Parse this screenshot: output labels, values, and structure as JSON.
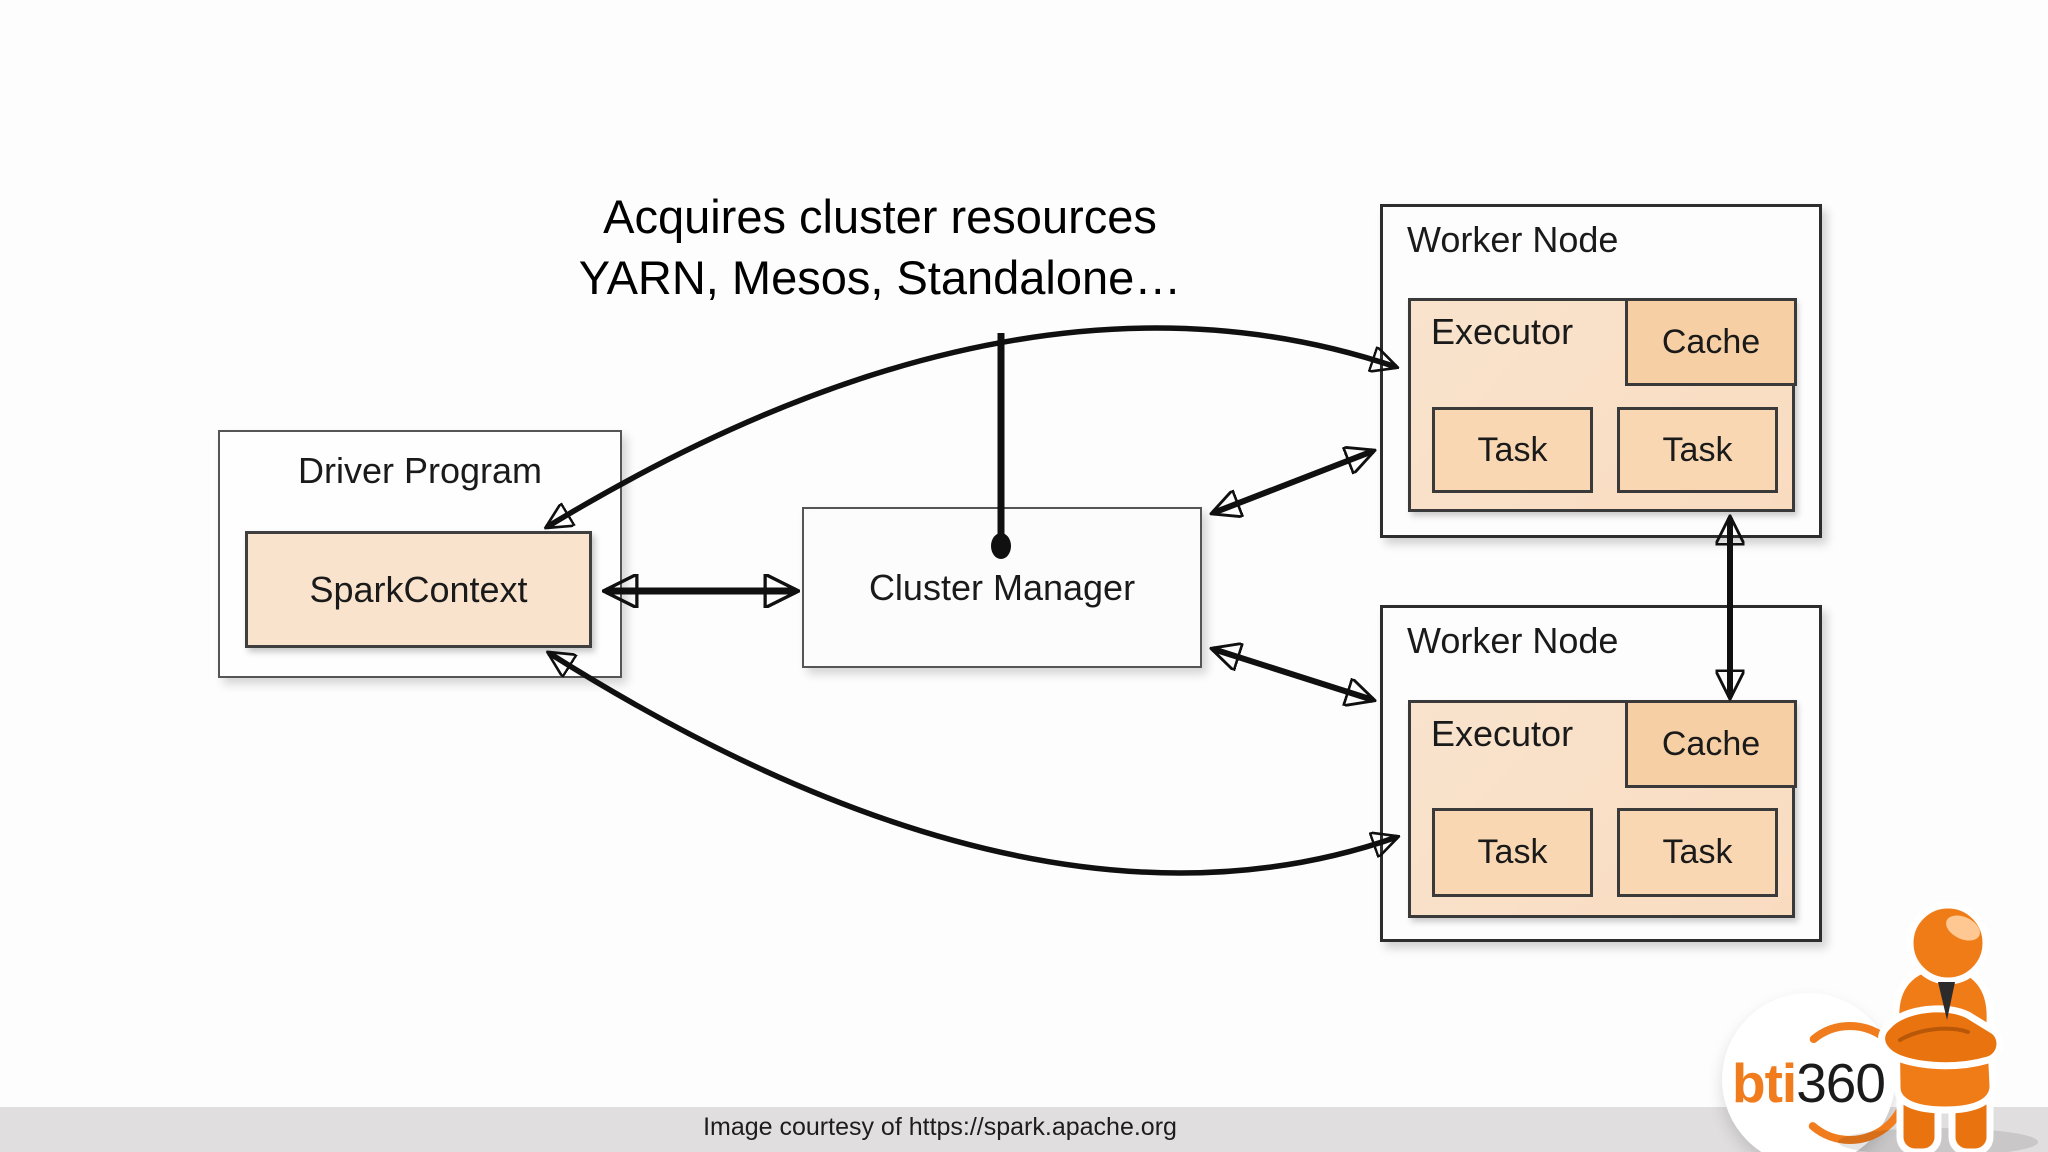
{
  "annotation": {
    "line1": "Acquires cluster resources",
    "line2": "YARN, Mesos, Standalone…"
  },
  "driver": {
    "title": "Driver Program",
    "context": "SparkContext"
  },
  "cluster_manager": {
    "label": "Cluster Manager"
  },
  "workers": [
    {
      "title": "Worker Node",
      "executor": "Executor",
      "cache": "Cache",
      "tasks": [
        "Task",
        "Task"
      ]
    },
    {
      "title": "Worker Node",
      "executor": "Executor",
      "cache": "Cache",
      "tasks": [
        "Task",
        "Task"
      ]
    }
  ],
  "footer": {
    "caption": "Image courtesy of https://spark.apache.org"
  },
  "logo": {
    "prefix": "bti",
    "suffix": "360"
  },
  "colors": {
    "accent_orange": "#f07c1d",
    "peach_light": "#f9e3cd",
    "peach_mid": "#f8d7b2",
    "peach_dark": "#f6cfa4",
    "footer_bar": "#e0dedf",
    "arrow_black": "#101010"
  }
}
